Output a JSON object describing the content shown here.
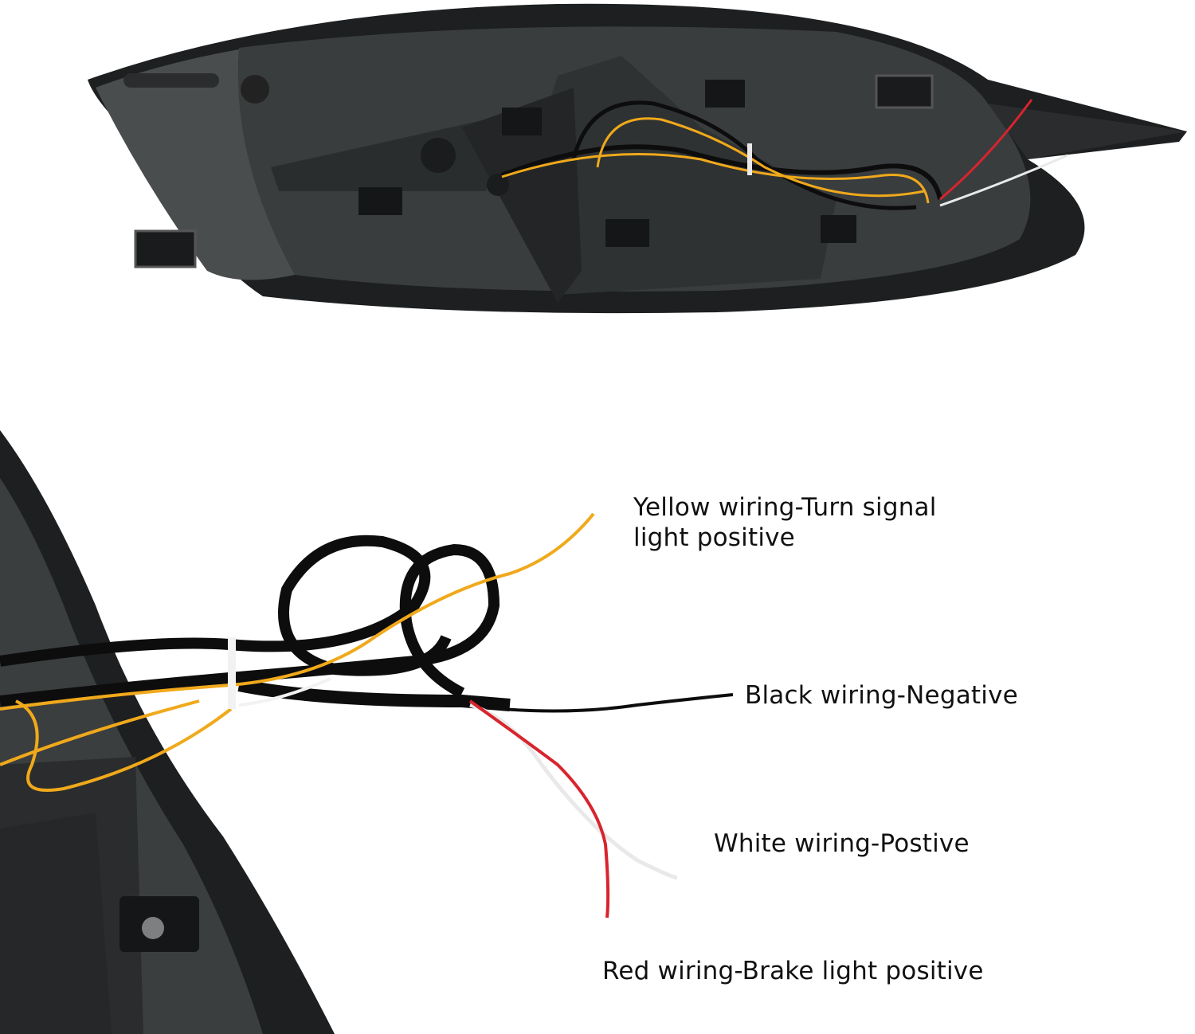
{
  "labels": {
    "yellow": "Yellow wiring-Turn signal light positive",
    "black": "Black wiring-Negative",
    "white": "White wiring-Postive",
    "red": "Red wiring-Brake light positive"
  },
  "colors": {
    "background": "#ffffff",
    "housing": "#2b2e2f",
    "housing_dark": "#1c1e1f",
    "yellow_wire": "#f0a91b",
    "black_wire": "#0d0d0d",
    "white_wire": "#e9e9e9",
    "red_wire": "#d8242d",
    "text": "#111111"
  }
}
